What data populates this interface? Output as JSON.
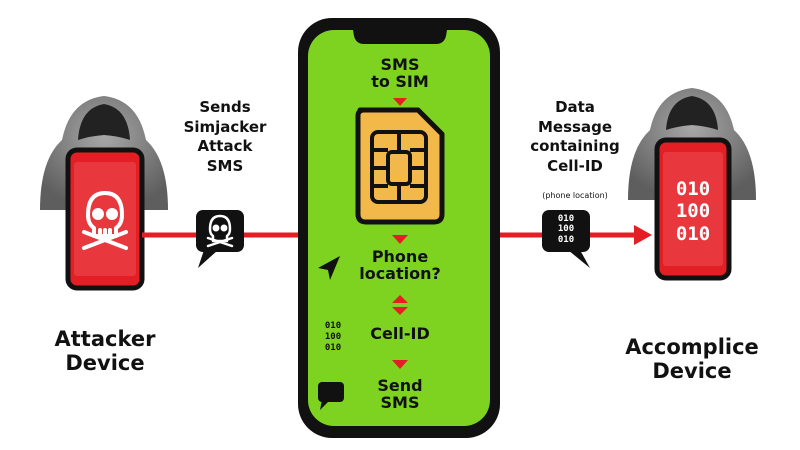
{
  "colors": {
    "phone_red": "#e31e24",
    "screen_green": "#7ed321",
    "sim_gold": "#f3b84a",
    "hood_gray": "#7a7a7a",
    "outline": "#111111",
    "arrow_red": "#e31e24"
  },
  "attacker": {
    "label": "Attacker\nDevice",
    "icon": "skull-icon"
  },
  "accomplice": {
    "label": "Accomplice\nDevice",
    "screen_code": "010\n100\n010"
  },
  "left_message": {
    "label": "Sends\nSimjacker\nAttack\nSMS",
    "bubble_icon": "skull-icon"
  },
  "right_message": {
    "label": "Data\nMessage\ncontaining\nCell-ID",
    "sublabel": "(phone location)",
    "bubble_code": "010\n100\n010"
  },
  "phone_steps": {
    "sms_to_sim": "SMS\nto SIM",
    "phone_location": "Phone\nlocation?",
    "cell_id": "Cell-ID",
    "cell_code": "010\n100\n010",
    "send_sms": "Send\nSMS"
  },
  "icons": [
    "skull-icon",
    "location-arrow-icon",
    "speech-bubble-icon",
    "sim-card-icon",
    "hooded-figure-icon"
  ]
}
